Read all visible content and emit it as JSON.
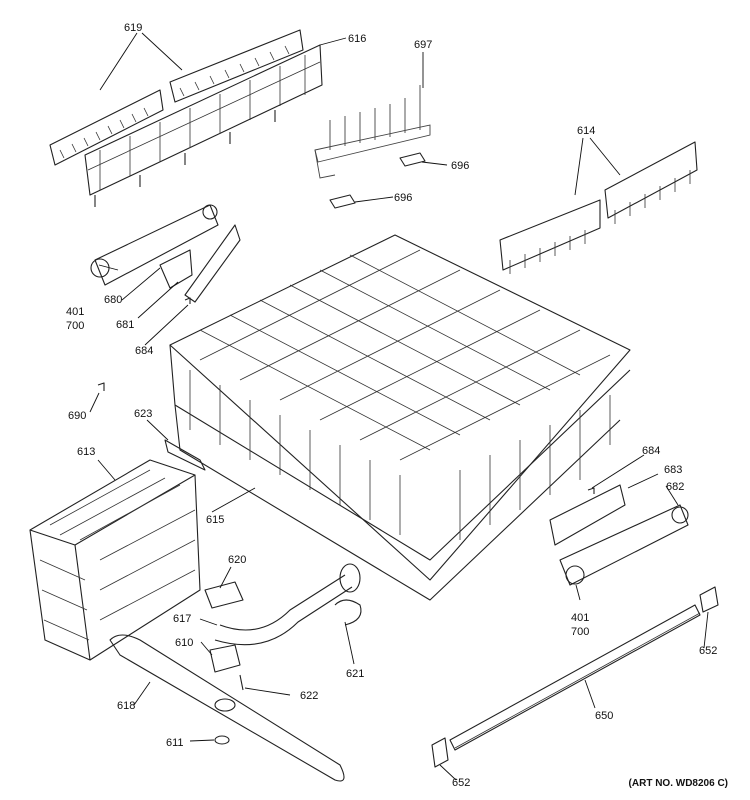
{
  "labels": {
    "l619": "619",
    "l616": "616",
    "l697": "697",
    "l696a": "696",
    "l696b": "696",
    "l614": "614",
    "l401a": "401",
    "l700a": "700",
    "l680": "680",
    "l681": "681",
    "l684a": "684",
    "l690": "690",
    "l623": "623",
    "l613": "613",
    "l615": "615",
    "l684b": "684",
    "l683": "683",
    "l682": "682",
    "l401b": "401",
    "l700b": "700",
    "l620": "620",
    "l617": "617",
    "l610": "610",
    "l621": "621",
    "l618": "618",
    "l622": "622",
    "l611": "611",
    "l650": "650",
    "l652a": "652",
    "l652b": "652"
  },
  "art_no": "(ART NO. WD8206 C)"
}
